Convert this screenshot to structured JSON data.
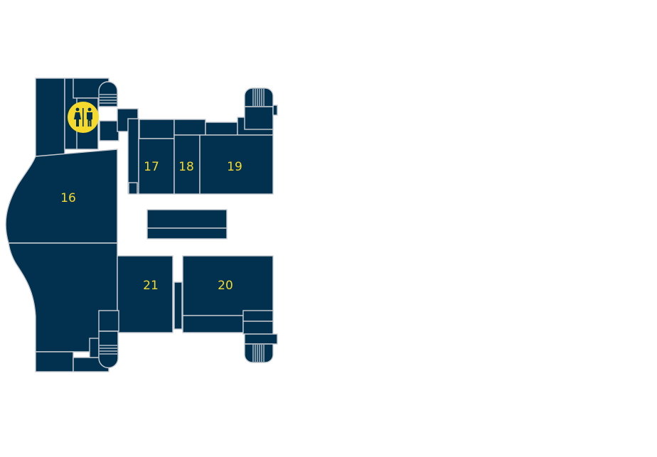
{
  "map": {
    "colors": {
      "room": "#02304f",
      "label": "#f5d92c",
      "background": "#ffffff",
      "amenity": "#f5d92c"
    },
    "rooms": [
      {
        "id": "16",
        "label": "16"
      },
      {
        "id": "17",
        "label": "17"
      },
      {
        "id": "18",
        "label": "18"
      },
      {
        "id": "19",
        "label": "19"
      },
      {
        "id": "20",
        "label": "20"
      },
      {
        "id": "21",
        "label": "21"
      }
    ],
    "amenities": [
      {
        "icon": "restroom-icon"
      }
    ]
  }
}
